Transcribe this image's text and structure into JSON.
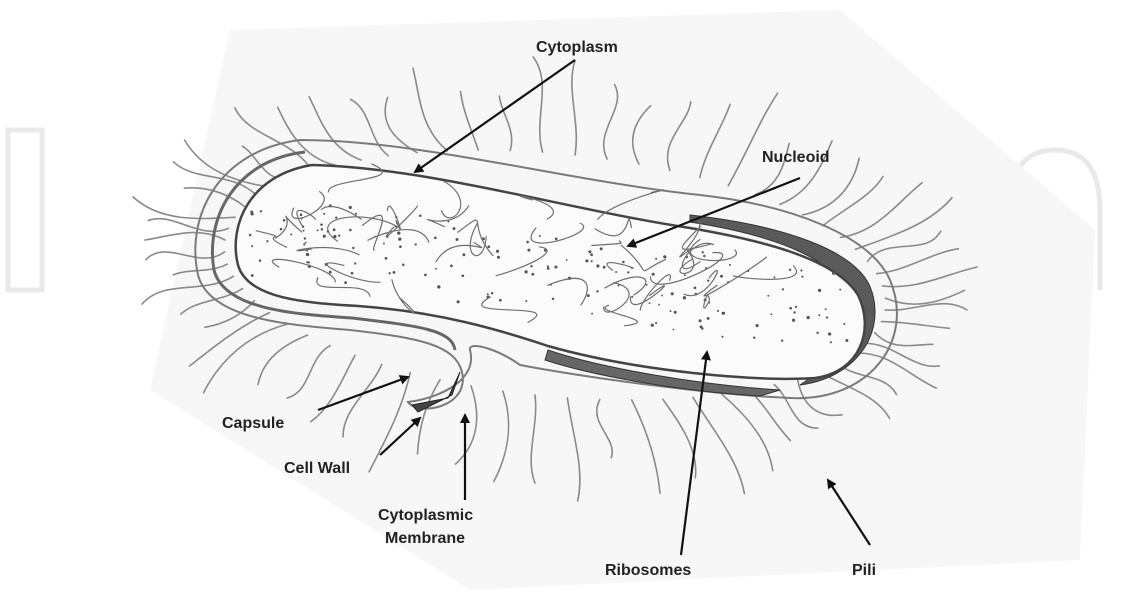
{
  "diagram": {
    "labels": {
      "cytoplasm": "Cytoplasm",
      "nucleoid": "Nucleoid",
      "capsule": "Capsule",
      "cell_wall": "Cell Wall",
      "cytoplasmic_membrane_line1": "Cytoplasmic",
      "cytoplasmic_membrane_line2": "Membrane",
      "ribosomes": "Ribosomes",
      "pili": "Pili"
    },
    "colors": {
      "ink": "#222222",
      "pencil": "#8a8a8a",
      "shading": "#555555",
      "watermark": "#e9e9e9",
      "paper": "#f7f7f7"
    }
  }
}
